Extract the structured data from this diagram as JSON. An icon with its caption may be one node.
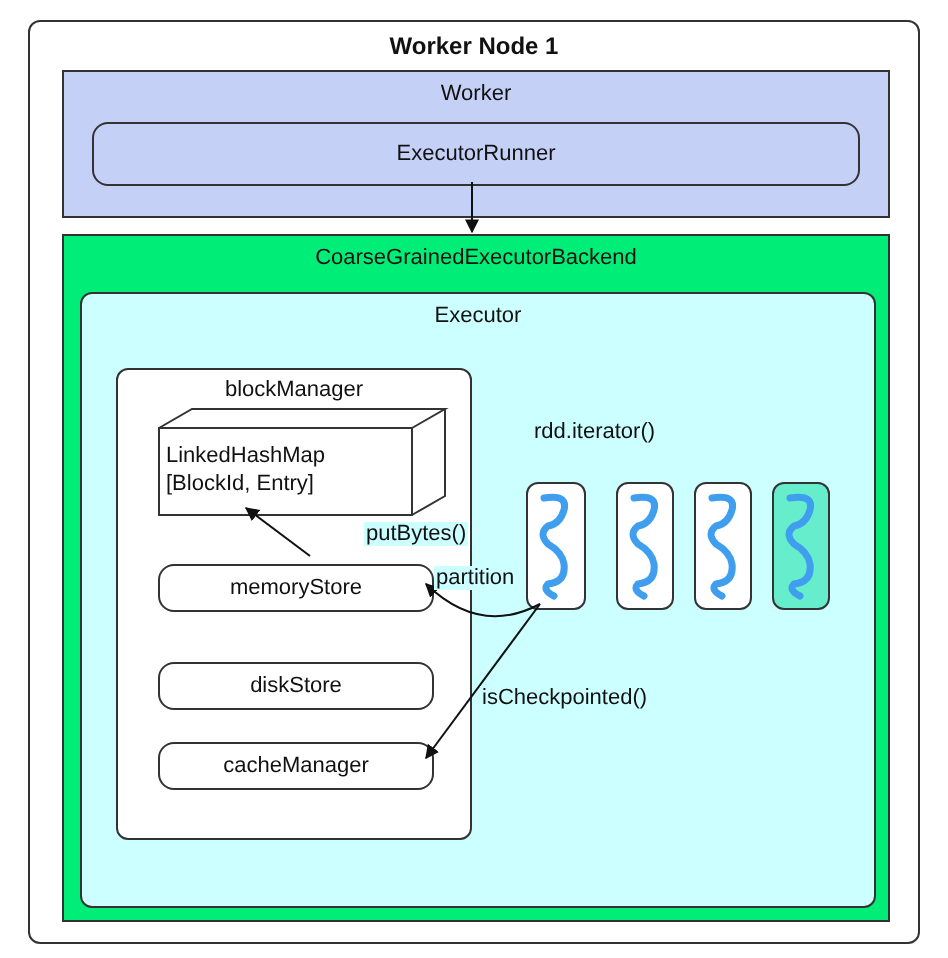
{
  "diagram": {
    "nodes": [
      {
        "text": [
          "Worker Node 1"
        ]
      },
      {
        "text": [
          "Worker"
        ],
        "in": 0
      },
      {
        "text": [
          "ExecutorRunner"
        ],
        "in": 1
      },
      {
        "text": [
          "CoarseGrainedExecutorBackend"
        ],
        "in": 0
      },
      {
        "text": [
          "Executor"
        ],
        "in": 3
      },
      {
        "text": [
          "blockManager"
        ],
        "in": 4
      },
      {
        "text": [
          "LinkedHashMap [BlockId, Entry]"
        ],
        "in": 5
      },
      {
        "text": [
          "memoryStore"
        ],
        "in": 5
      },
      {
        "text": [
          "diskStore"
        ],
        "in": 5
      },
      {
        "text": [
          "cacheManager"
        ],
        "in": 5
      },
      {
        "text": [],
        "shape": "box",
        "in": 4
      },
      {
        "text": [],
        "shape": "box",
        "in": 4
      },
      {
        "text": [],
        "shape": "box",
        "in": 4
      },
      {
        "text": [],
        "shape": "box",
        "in": 4
      }
    ],
    "edges": [
      {
        "from": 2,
        "to": 3,
        "arrow": "to"
      },
      {
        "from": 7,
        "to": 6,
        "arrow": "to",
        "label": "putBytes()"
      },
      {
        "from": 10,
        "to": 7,
        "arrow": "to",
        "label": "partition"
      },
      {
        "from": 10,
        "to": 9,
        "arrow": "to",
        "label": "isCheckpointed()"
      }
    ],
    "labels": [
      "rdd.iterator()"
    ]
  }
}
